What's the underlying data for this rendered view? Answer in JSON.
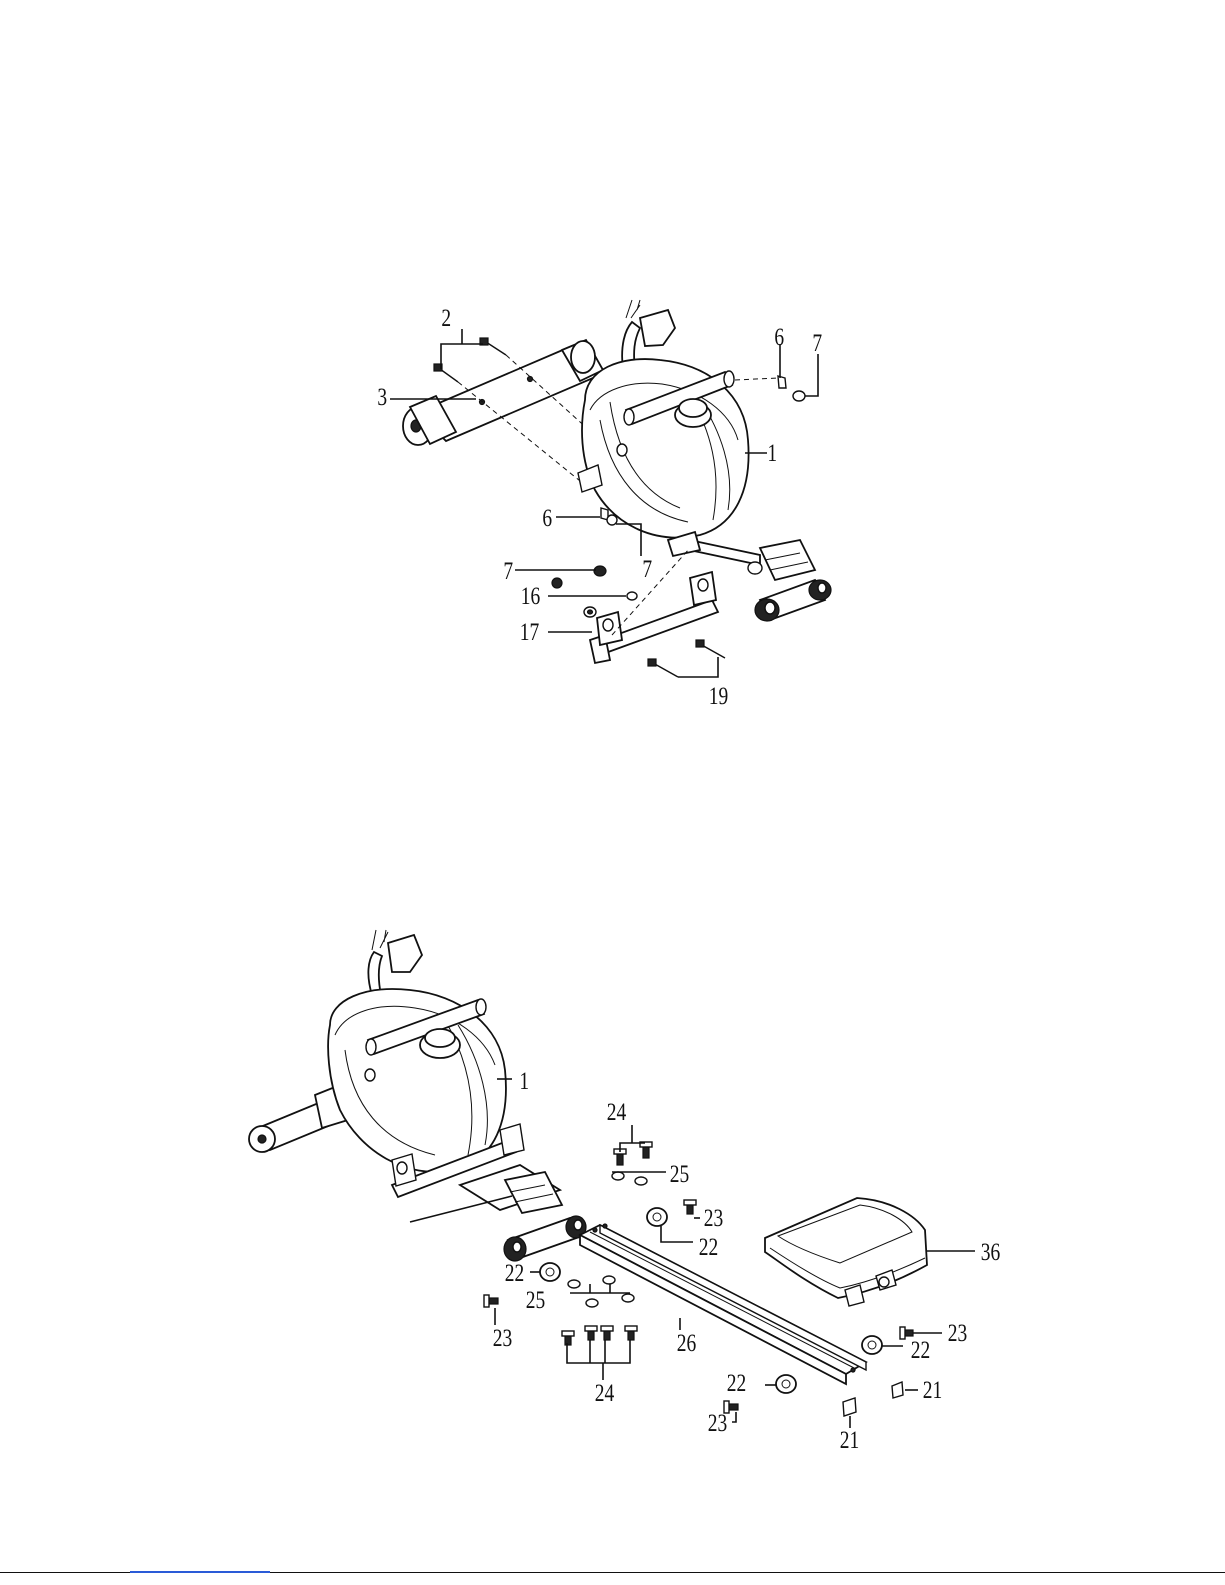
{
  "diagrams": [
    {
      "callouts": [
        "2",
        "3",
        "6",
        "7",
        "1",
        "6",
        "7",
        "7",
        "16",
        "17",
        "19"
      ]
    },
    {
      "callouts": [
        "1",
        "24",
        "25",
        "23",
        "22",
        "36",
        "22",
        "25",
        "23",
        "26",
        "24",
        "23",
        "22",
        "22",
        "21",
        "23",
        "21"
      ]
    }
  ]
}
